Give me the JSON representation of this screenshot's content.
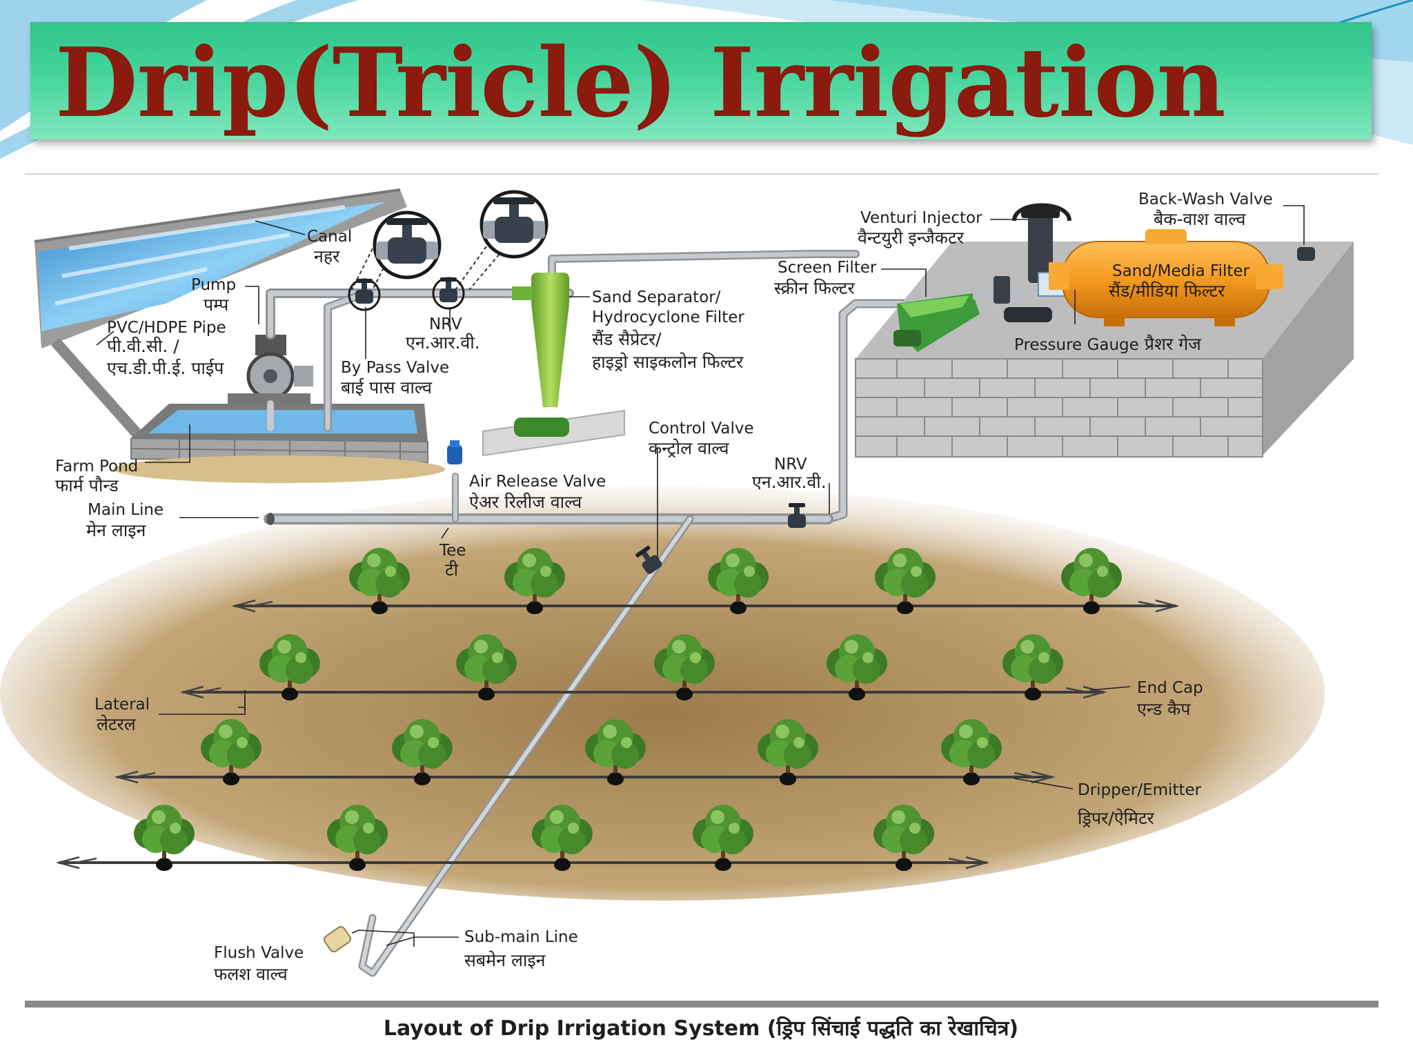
{
  "slide": {
    "title": "Drip(Tricle) Irrigation",
    "caption": "Layout of Drip Irrigation System (ड्रिप सिंचाई पद्धति का रेखाचित्र)"
  },
  "colors": {
    "title_text": "#8b1a0f",
    "title_band": "#3ccf93",
    "pipe": "#b9bcc0",
    "soil": "#b89a6a",
    "filter_tank": "#f39a1f",
    "hydrocyclone": "#8cc63f",
    "screen_filter": "#3e9b3a",
    "brick": "#a9a9a9",
    "water": "#6fb8e8"
  },
  "labels": {
    "canal": {
      "en": "Canal",
      "hi": "नहर"
    },
    "pump": {
      "en": "Pump",
      "hi": "पम्प"
    },
    "pvc_pipe": {
      "en": "PVC/HDPE Pipe",
      "hi1": "पी.वी.सी. /",
      "hi2": "एच.डी.पी.ई. पाईप"
    },
    "nrv_top": {
      "en": "NRV",
      "hi": "एन.आर.वी."
    },
    "bypass": {
      "en": "By Pass Valve",
      "hi": "बाई पास वाल्व"
    },
    "sand_sep": {
      "en1": "Sand Separator/",
      "en2": "Hydrocyclone Filter",
      "hi1": "सैंड सैप्रेटर/",
      "hi2": "हाइड्रो साइकलोन फिल्टर"
    },
    "venturi": {
      "en": "Venturi Injector",
      "hi": "वैन्टयुरी इन्जैकटर"
    },
    "backwash": {
      "en": "Back-Wash Valve",
      "hi": "बैक-वाश वाल्व"
    },
    "screen": {
      "en": "Screen Filter",
      "hi": "स्क्रीन फिल्टर"
    },
    "media": {
      "en": "Sand/Media Filter",
      "hi": "सैंड/मीडिया फिल्टर"
    },
    "gauge": {
      "en": "Pressure Gauge",
      "hi": "प्रैशर गेज"
    },
    "control": {
      "en": "Control Valve",
      "hi": "कन्ट्रोल वाल्व"
    },
    "nrv_mid": {
      "en": "NRV",
      "hi": "एन.आर.वी."
    },
    "air": {
      "en": "Air Release Valve",
      "hi": "ऐअर रिलीज वाल्व"
    },
    "farm_pond": {
      "en": "Farm Pond",
      "hi": "फार्म पौन्ड"
    },
    "main_line": {
      "en": "Main Line",
      "hi": "मेन लाइन"
    },
    "tee": {
      "en": "Tee",
      "hi": "टी"
    },
    "lateral": {
      "en": "Lateral",
      "hi": "लेटरल"
    },
    "end_cap": {
      "en": "End Cap",
      "hi": "एन्ड कैप"
    },
    "dripper": {
      "en": "Dripper/Emitter",
      "hi": "ड्रिपर/ऐमिटर"
    },
    "flush": {
      "en": "Flush Valve",
      "hi": "फलश वाल्व"
    },
    "submain": {
      "en": "Sub-main Line",
      "hi": "सबमेन लाइन"
    }
  },
  "icons": {
    "valve": "ball-valve-icon",
    "tree": "tree-icon",
    "dripper": "dripper-icon",
    "end_cap": "end-cap-icon"
  }
}
